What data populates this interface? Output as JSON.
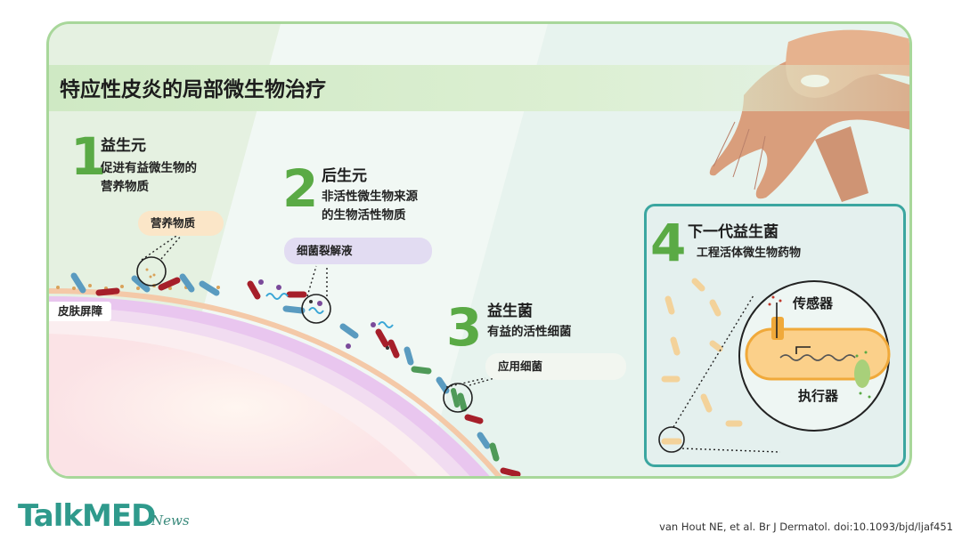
{
  "title": "特应性皮炎的局部微生物治疗",
  "sections": [
    {
      "number": "1",
      "heading": "益生元",
      "desc_line1": "促进有益微生物的",
      "desc_line2": "营养物质",
      "pill": "营养物质",
      "pill_color": "#fbe6c8"
    },
    {
      "number": "2",
      "heading": "后生元",
      "desc_line1": "非活性微生物来源",
      "desc_line2": "的生物活性物质",
      "pill": "细菌裂解液",
      "pill_color": "#e2dcf2"
    },
    {
      "number": "3",
      "heading": "益生菌",
      "desc_line1": "有益的活性细菌",
      "pill": "应用细菌",
      "pill_color": "#f2f6f0"
    },
    {
      "number": "4",
      "heading": "下一代益生菌",
      "desc_line1": "工程活体微生物药物",
      "sensor": "传感器",
      "effector": "执行器"
    }
  ],
  "skin_label": "皮肤屏障",
  "logo": {
    "brand": "TalkMED",
    "sub": "News"
  },
  "citation": "van Hout NE, et al. Br J Dermatol. doi:10.1093/bjd/ljaf451",
  "colors": {
    "accent_green": "#5aaa45",
    "border_green": "#a8d79a",
    "teal": "#3ba6a0"
  }
}
